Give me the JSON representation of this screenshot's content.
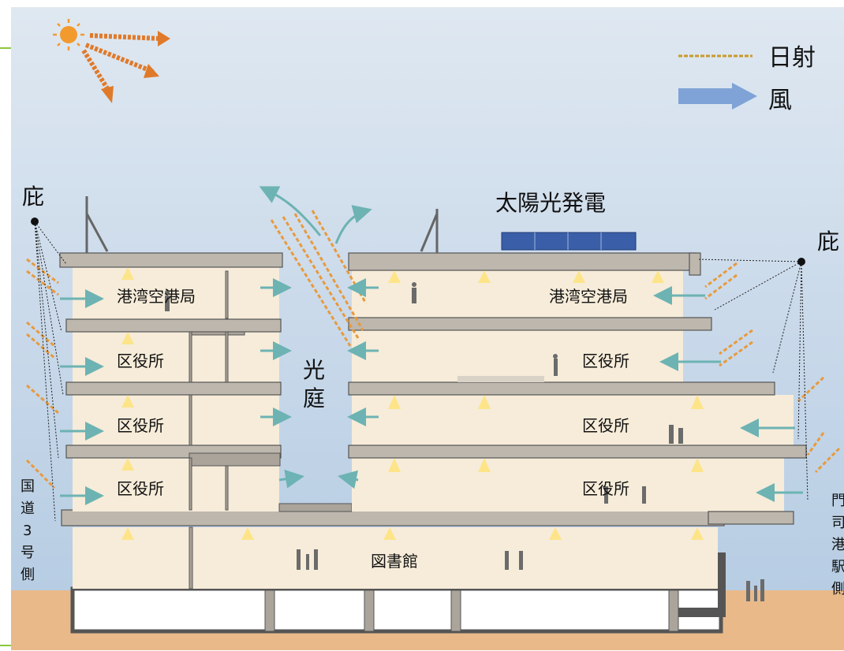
{
  "legend": {
    "sunlight_label": "日射",
    "wind_label": "風"
  },
  "labels": {
    "solar_power": "太陽光発電",
    "eaves_left": "庇",
    "eaves_right": "庇",
    "light_court_1": "光",
    "light_court_2": "庭",
    "library": "図書館",
    "left_side": [
      "国",
      "道",
      "3",
      "号",
      "側"
    ],
    "right_side": [
      "門",
      "司",
      "港",
      "駅",
      "側"
    ]
  },
  "rooms": {
    "left": [
      "港湾空港局",
      "区役所",
      "区役所",
      "区役所"
    ],
    "right": [
      "港湾空港局",
      "区役所",
      "区役所",
      "区役所"
    ]
  },
  "colors": {
    "sun": "#e89a3c",
    "wind_legend": "#7fa3d6",
    "wind": "#6db3b3",
    "frame": "#8cc63f",
    "ground": "#e9b98a"
  }
}
